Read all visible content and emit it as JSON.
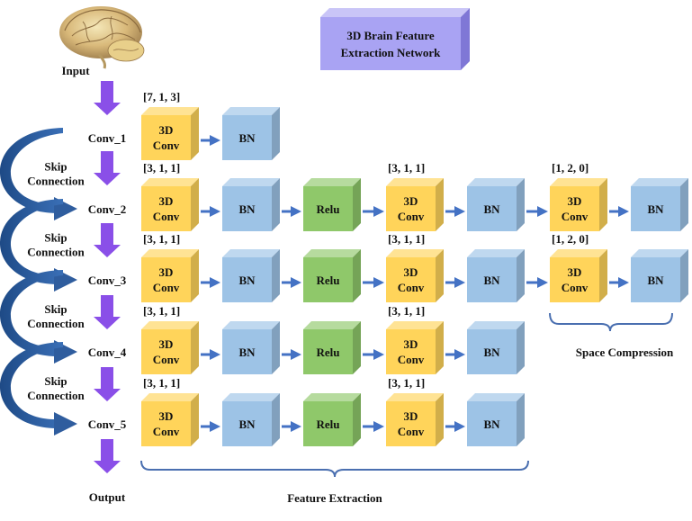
{
  "title": {
    "line1": "3D Brain Feature",
    "line2": "Extraction Network"
  },
  "input_label": "Input",
  "output_label": "Output",
  "layer_labels": [
    "Conv_1",
    "Conv_2",
    "Conv_3",
    "Conv_4",
    "Conv_5"
  ],
  "skip_label": {
    "line1": "Skip",
    "line2": "Connection"
  },
  "block_labels": {
    "conv_line1": "3D",
    "conv_line2": "Conv",
    "bn": "BN",
    "relu": "Relu"
  },
  "kernel_labels": {
    "row1": [
      "[7, 1, 3]"
    ],
    "row2": [
      "[3, 1, 1]",
      "[3, 1, 1]",
      "[1, 2, 0]"
    ],
    "row3": [
      "[3, 1, 1]",
      "[3, 1, 1]",
      "[1, 2, 0]"
    ],
    "row4": [
      "[3, 1, 1]",
      "[3, 1, 1]"
    ],
    "row5": [
      "[3, 1, 1]",
      "[3, 1, 1]"
    ]
  },
  "rows": [
    [
      "conv",
      "bn"
    ],
    [
      "conv",
      "bn",
      "relu",
      "conv",
      "bn",
      "conv",
      "bn"
    ],
    [
      "conv",
      "bn",
      "relu",
      "conv",
      "bn",
      "conv",
      "bn"
    ],
    [
      "conv",
      "bn",
      "relu",
      "conv",
      "bn"
    ],
    [
      "conv",
      "bn",
      "relu",
      "conv",
      "bn"
    ]
  ],
  "group_labels": {
    "feature_extraction": "Feature Extraction",
    "space_compression": "Space Compression"
  },
  "colors": {
    "conv": "#ffd45a",
    "bn": "#9dc3e6",
    "relu": "#8fc86a",
    "title_box": "#a9a3f3",
    "down_arrow": "#8a4fe8",
    "flow_arrow": "#4472c4",
    "skip_arrow": "#2f5d9e"
  }
}
